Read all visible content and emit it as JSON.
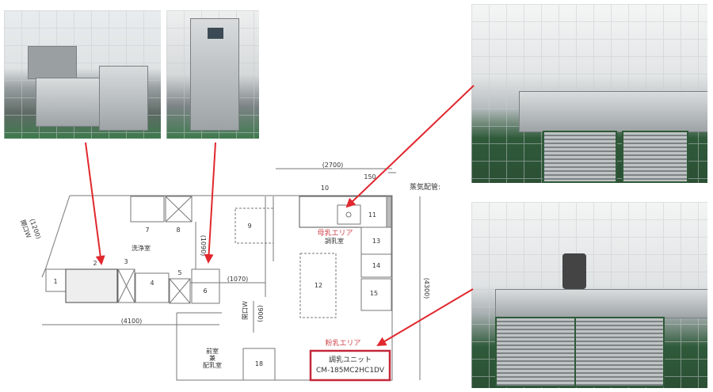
{
  "photos": [
    "washing-equipment-photo",
    "washer-machine-photo",
    "breast-milk-area-counter-photo",
    "formula-unit-photo"
  ],
  "plan": {
    "wash_room": "洗浄室",
    "front_room_1": "前室",
    "front_room_2": "兼",
    "front_room_3": "配乳室",
    "opening_left_1": "開口W",
    "opening_left_2": "(1200)",
    "opening_mid_1": "開口W",
    "opening_mid_2": "(900)",
    "dim_4100": "(4100)",
    "dim_1090": "(1090)",
    "dim_1070": "(1070)",
    "dim_2700": "(2700)",
    "dim_150": "150",
    "dim_4300": "(4300)",
    "steam_pipe": "蒸気配管:",
    "breast_milk_area": "母乳エリア",
    "prep_room": "調乳室",
    "formula_area": "粉乳エリア",
    "unit_name": "調乳ユニット",
    "unit_model": "CM-185MC2HC1DV",
    "numbers": [
      "1",
      "2",
      "3",
      "4",
      "5",
      "6",
      "7",
      "8",
      "9",
      "10",
      "11",
      "12",
      "13",
      "14",
      "15",
      "18"
    ]
  },
  "colors": {
    "accent_red": "#e0282e",
    "area_label": "#d0474f",
    "unit_box": "#c4283a",
    "line": "#777777"
  }
}
